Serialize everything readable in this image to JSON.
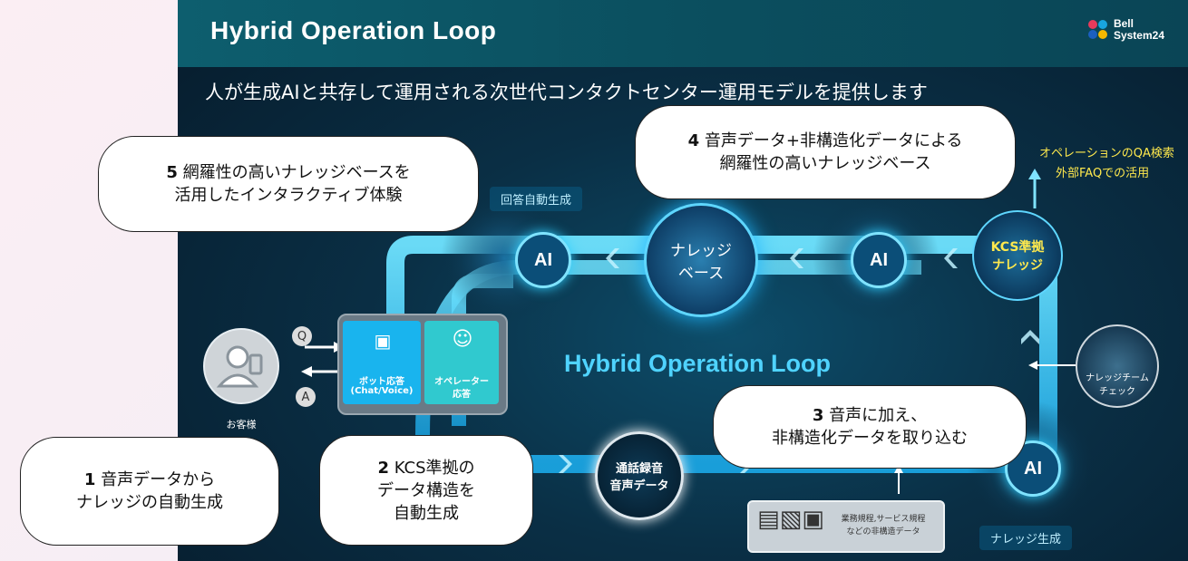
{
  "header": {
    "title": "Hybrid Operation Loop",
    "logo_line1": "Bell",
    "logo_line2": "System24"
  },
  "subtitle": "人が生成AIと共存して運用される次世代コンタクトセンター運用モデルを提供します",
  "callouts": {
    "c1_num": "1",
    "c1_text1": "音声データから",
    "c1_text2": "ナレッジの自動生成",
    "c2_num": "2",
    "c2_text1": "KCS準拠の",
    "c2_text2": "データ構造を",
    "c2_text3": "自動生成",
    "c3_num": "3",
    "c3_text1": "音声に加え、",
    "c3_text2": "非構造化データを取り込む",
    "c4_num": "4",
    "c4_text1": "音声データ+非構造化データによる",
    "c4_text2": "網羅性の高いナレッジベース",
    "c5_num": "5",
    "c5_text1": "網羅性の高いナレッジベースを",
    "c5_text2": "活用したインタラクティブ体験"
  },
  "diagram": {
    "center_label": "Hybrid Operation Loop",
    "tag_answer": "回答自動生成",
    "tag_knowledge_gen": "ナレッジ生成",
    "ai_label": "AI",
    "knowledge_base": "ナレッジ\nベース",
    "knowledge_base_l1": "ナレッジ",
    "knowledge_base_l2": "ベース",
    "kcs_l1": "KCS準拠",
    "kcs_l2": "ナレッジ",
    "recording_l1": "通話録音",
    "recording_l2": "音声データ",
    "bot_l1": "ボット応答",
    "bot_l2": "(Chat/Voice)",
    "operator_l1": "オペレーター",
    "operator_l2": "応答",
    "customer": "お客様",
    "q": "Q",
    "a": "A",
    "qa_l1": "オペレーションのQA検索",
    "qa_l2": "外部FAQでの活用",
    "team_l1": "ナレッジチーム",
    "team_l2": "チェック",
    "docs_l1": "業務規程,サービス規程",
    "docs_l2": "などの非構造データ"
  },
  "colors": {
    "accent": "#29c6f5",
    "background": "#0a2f45",
    "callout_bg": "#ffffff",
    "label_yellow": "#ffe94d"
  }
}
